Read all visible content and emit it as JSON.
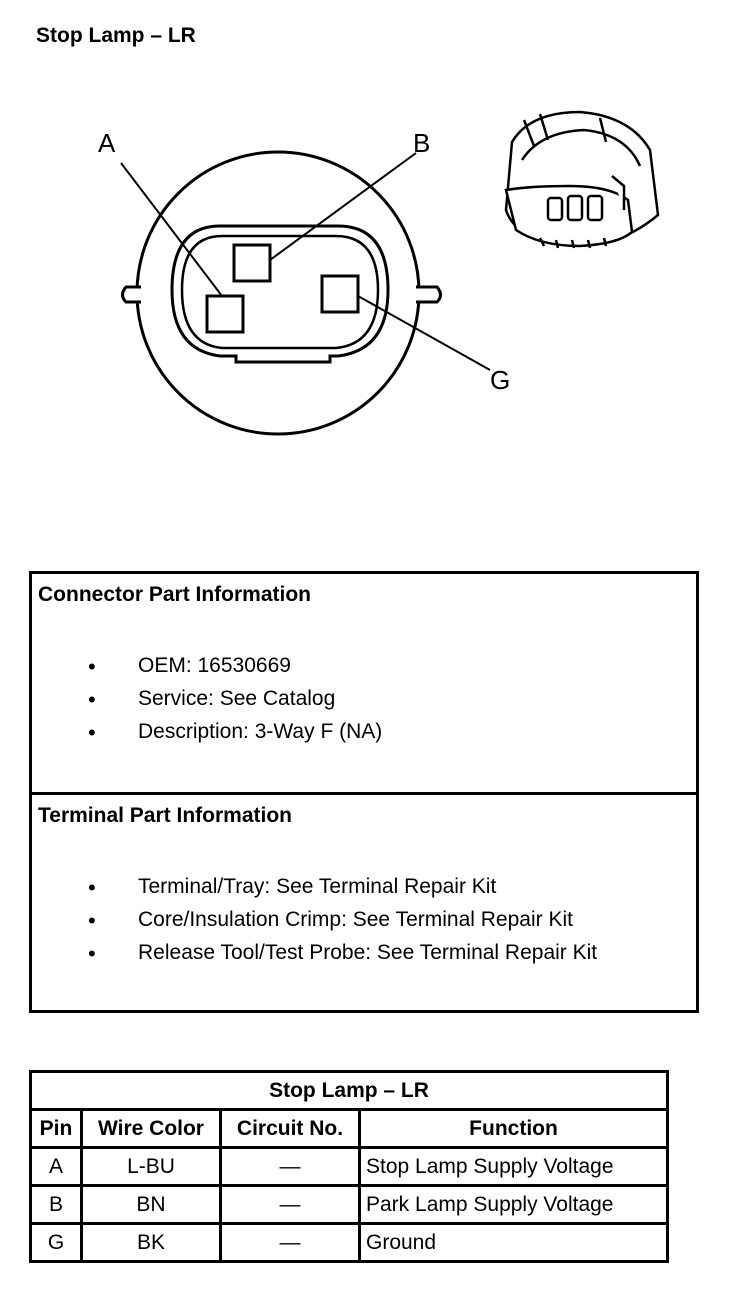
{
  "page": {
    "title": "Stop Lamp – LR"
  },
  "diagram": {
    "callouts": {
      "a": "A",
      "b": "B",
      "g": "G"
    }
  },
  "connector_info": {
    "heading": "Connector Part Information",
    "items": [
      "OEM: 16530669",
      "Service: See Catalog",
      "Description: 3-Way F (NA)"
    ]
  },
  "terminal_info": {
    "heading": "Terminal Part Information",
    "items": [
      "Terminal/Tray: See Terminal Repair Kit",
      "Core/Insulation Crimp: See Terminal Repair Kit",
      "Release Tool/Test Probe: See Terminal Repair Kit"
    ]
  },
  "pin_table": {
    "title": "Stop Lamp – LR",
    "headers": [
      "Pin",
      "Wire Color",
      "Circuit No.",
      "Function"
    ],
    "rows": [
      [
        "A",
        "L-BU",
        "—",
        "Stop Lamp Supply Voltage"
      ],
      [
        "B",
        "BN",
        "—",
        "Park Lamp Supply Voltage"
      ],
      [
        "G",
        "BK",
        "—",
        "Ground"
      ]
    ]
  },
  "bullet": "•"
}
